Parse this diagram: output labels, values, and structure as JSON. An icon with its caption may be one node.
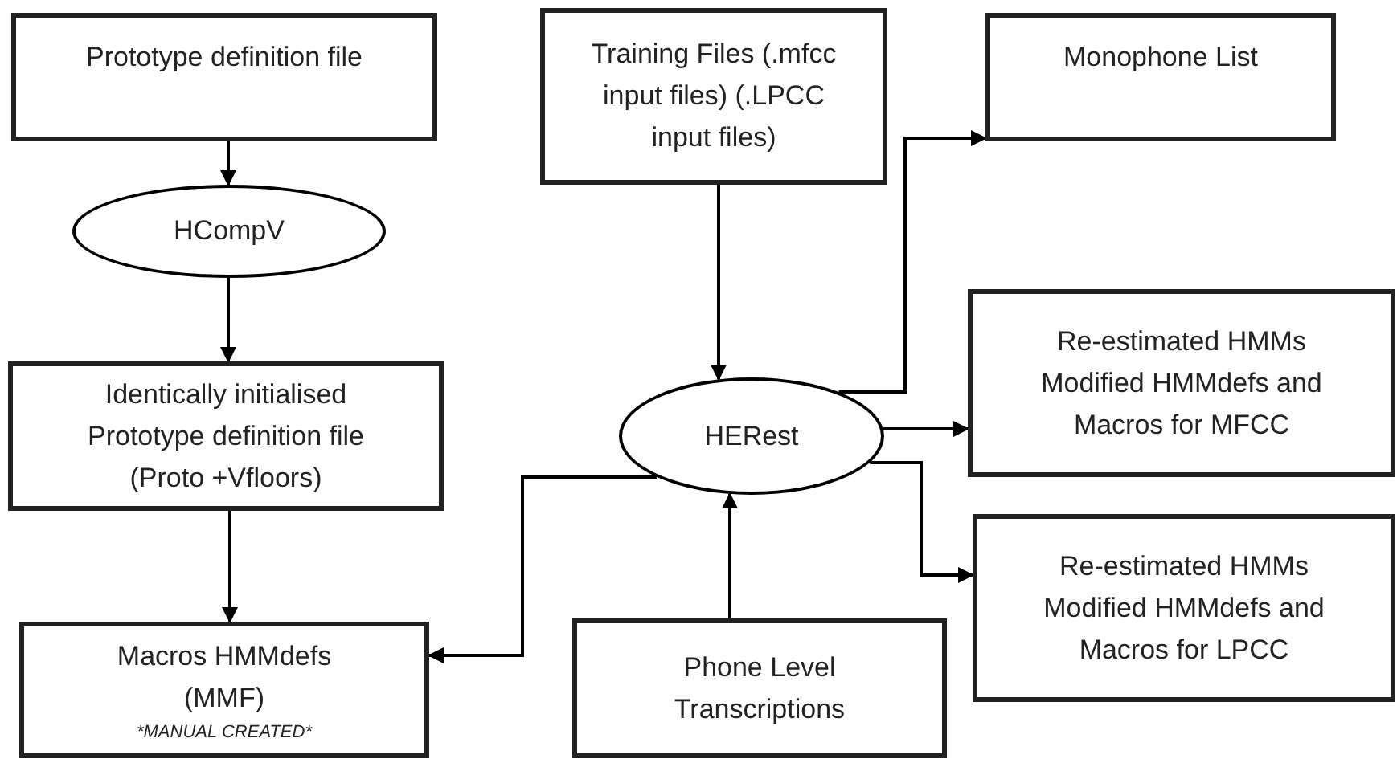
{
  "diagram": {
    "nodes": [
      {
        "text": [
          "Prototype definition file"
        ]
      },
      {
        "text": [
          "HCompV"
        ]
      },
      {
        "text": [
          "Identically initialised Prototype definition file (Proto +Vfloors)"
        ]
      },
      {
        "text": [
          "Macros HMMdefs (MMF)",
          "*MANUAL CREATED*"
        ]
      },
      {
        "text": [
          "Training Files (.mfcc input files) (.LPCC input files)"
        ]
      },
      {
        "text": [
          "Monophone List"
        ]
      },
      {
        "text": [
          "HERest"
        ]
      },
      {
        "text": [
          "Re-estimated HMMs Modified HMMdefs and Macros for MFCC"
        ]
      },
      {
        "text": [
          "Phone Level Transcriptions"
        ]
      },
      {
        "text": [
          "Re-estimated HMMs Modified HMMdefs and Macros for LPCC"
        ]
      }
    ],
    "edges": [
      {
        "from": 0,
        "to": 1,
        "arrow": "to"
      },
      {
        "from": 1,
        "to": 2,
        "arrow": "to"
      },
      {
        "from": 2,
        "to": 3,
        "arrow": "to"
      },
      {
        "from": 4,
        "to": 6,
        "arrow": "to"
      },
      {
        "from": 6,
        "to": 5,
        "arrow": "to"
      },
      {
        "from": 6,
        "to": 7,
        "arrow": "to"
      },
      {
        "from": 6,
        "to": 9,
        "arrow": "to"
      },
      {
        "from": 8,
        "to": 6,
        "arrow": "to"
      },
      {
        "from": 6,
        "to": 3,
        "arrow": "to"
      }
    ]
  }
}
